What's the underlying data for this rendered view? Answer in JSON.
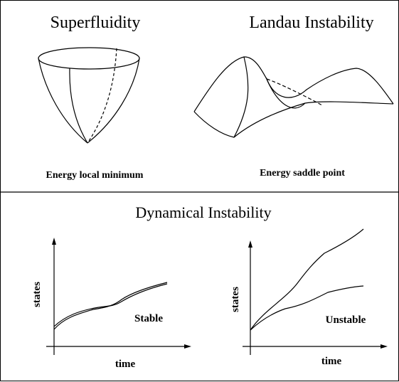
{
  "panels": {
    "superfluidity": {
      "title": "Superfluidity",
      "caption": "Energy local minimum"
    },
    "landau": {
      "title": "Landau Instability",
      "caption": "Energy saddle point"
    },
    "dynamical": {
      "title": "Dynamical  Instability",
      "stable": {
        "ylabel": "states",
        "xlabel": "time",
        "label": "Stable"
      },
      "unstable": {
        "ylabel": "states",
        "xlabel": "time",
        "label": "Unstable"
      }
    }
  },
  "colors": {
    "ink": "#000000",
    "background": "#ffffff"
  }
}
